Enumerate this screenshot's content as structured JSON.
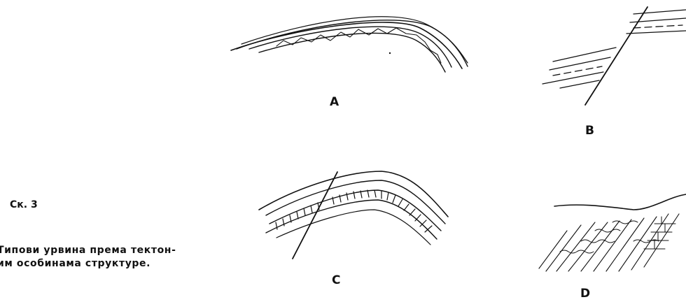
{
  "figure": {
    "number": "Ск. 3",
    "caption_lines": [
      "Типови урвина према тектон-",
      "им особинама структуре."
    ]
  },
  "panels": [
    {
      "label": "A"
    },
    {
      "label": "B"
    },
    {
      "label": "C"
    },
    {
      "label": "D"
    }
  ]
}
